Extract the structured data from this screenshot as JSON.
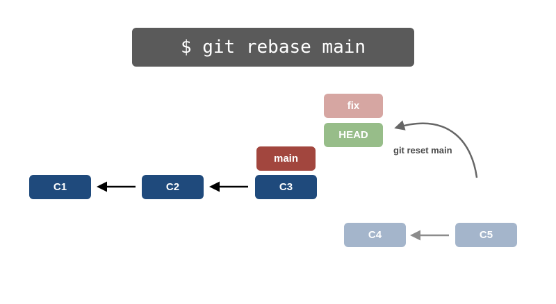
{
  "command": "$ git rebase main",
  "commits": {
    "c1": "C1",
    "c2": "C2",
    "c3": "C3",
    "c4": "C4",
    "c5": "C5"
  },
  "refs": {
    "main": "main",
    "head": "HEAD",
    "fix": "fix"
  },
  "annotation": "git reset main",
  "colors": {
    "commit": "#1f4a7c",
    "commit_faded": "#a4b5cb",
    "main_ref": "#a2463e",
    "head_ref": "#97bd89",
    "fix_ref": "#d6a6a2",
    "terminal_bg": "#5a5a5a"
  }
}
